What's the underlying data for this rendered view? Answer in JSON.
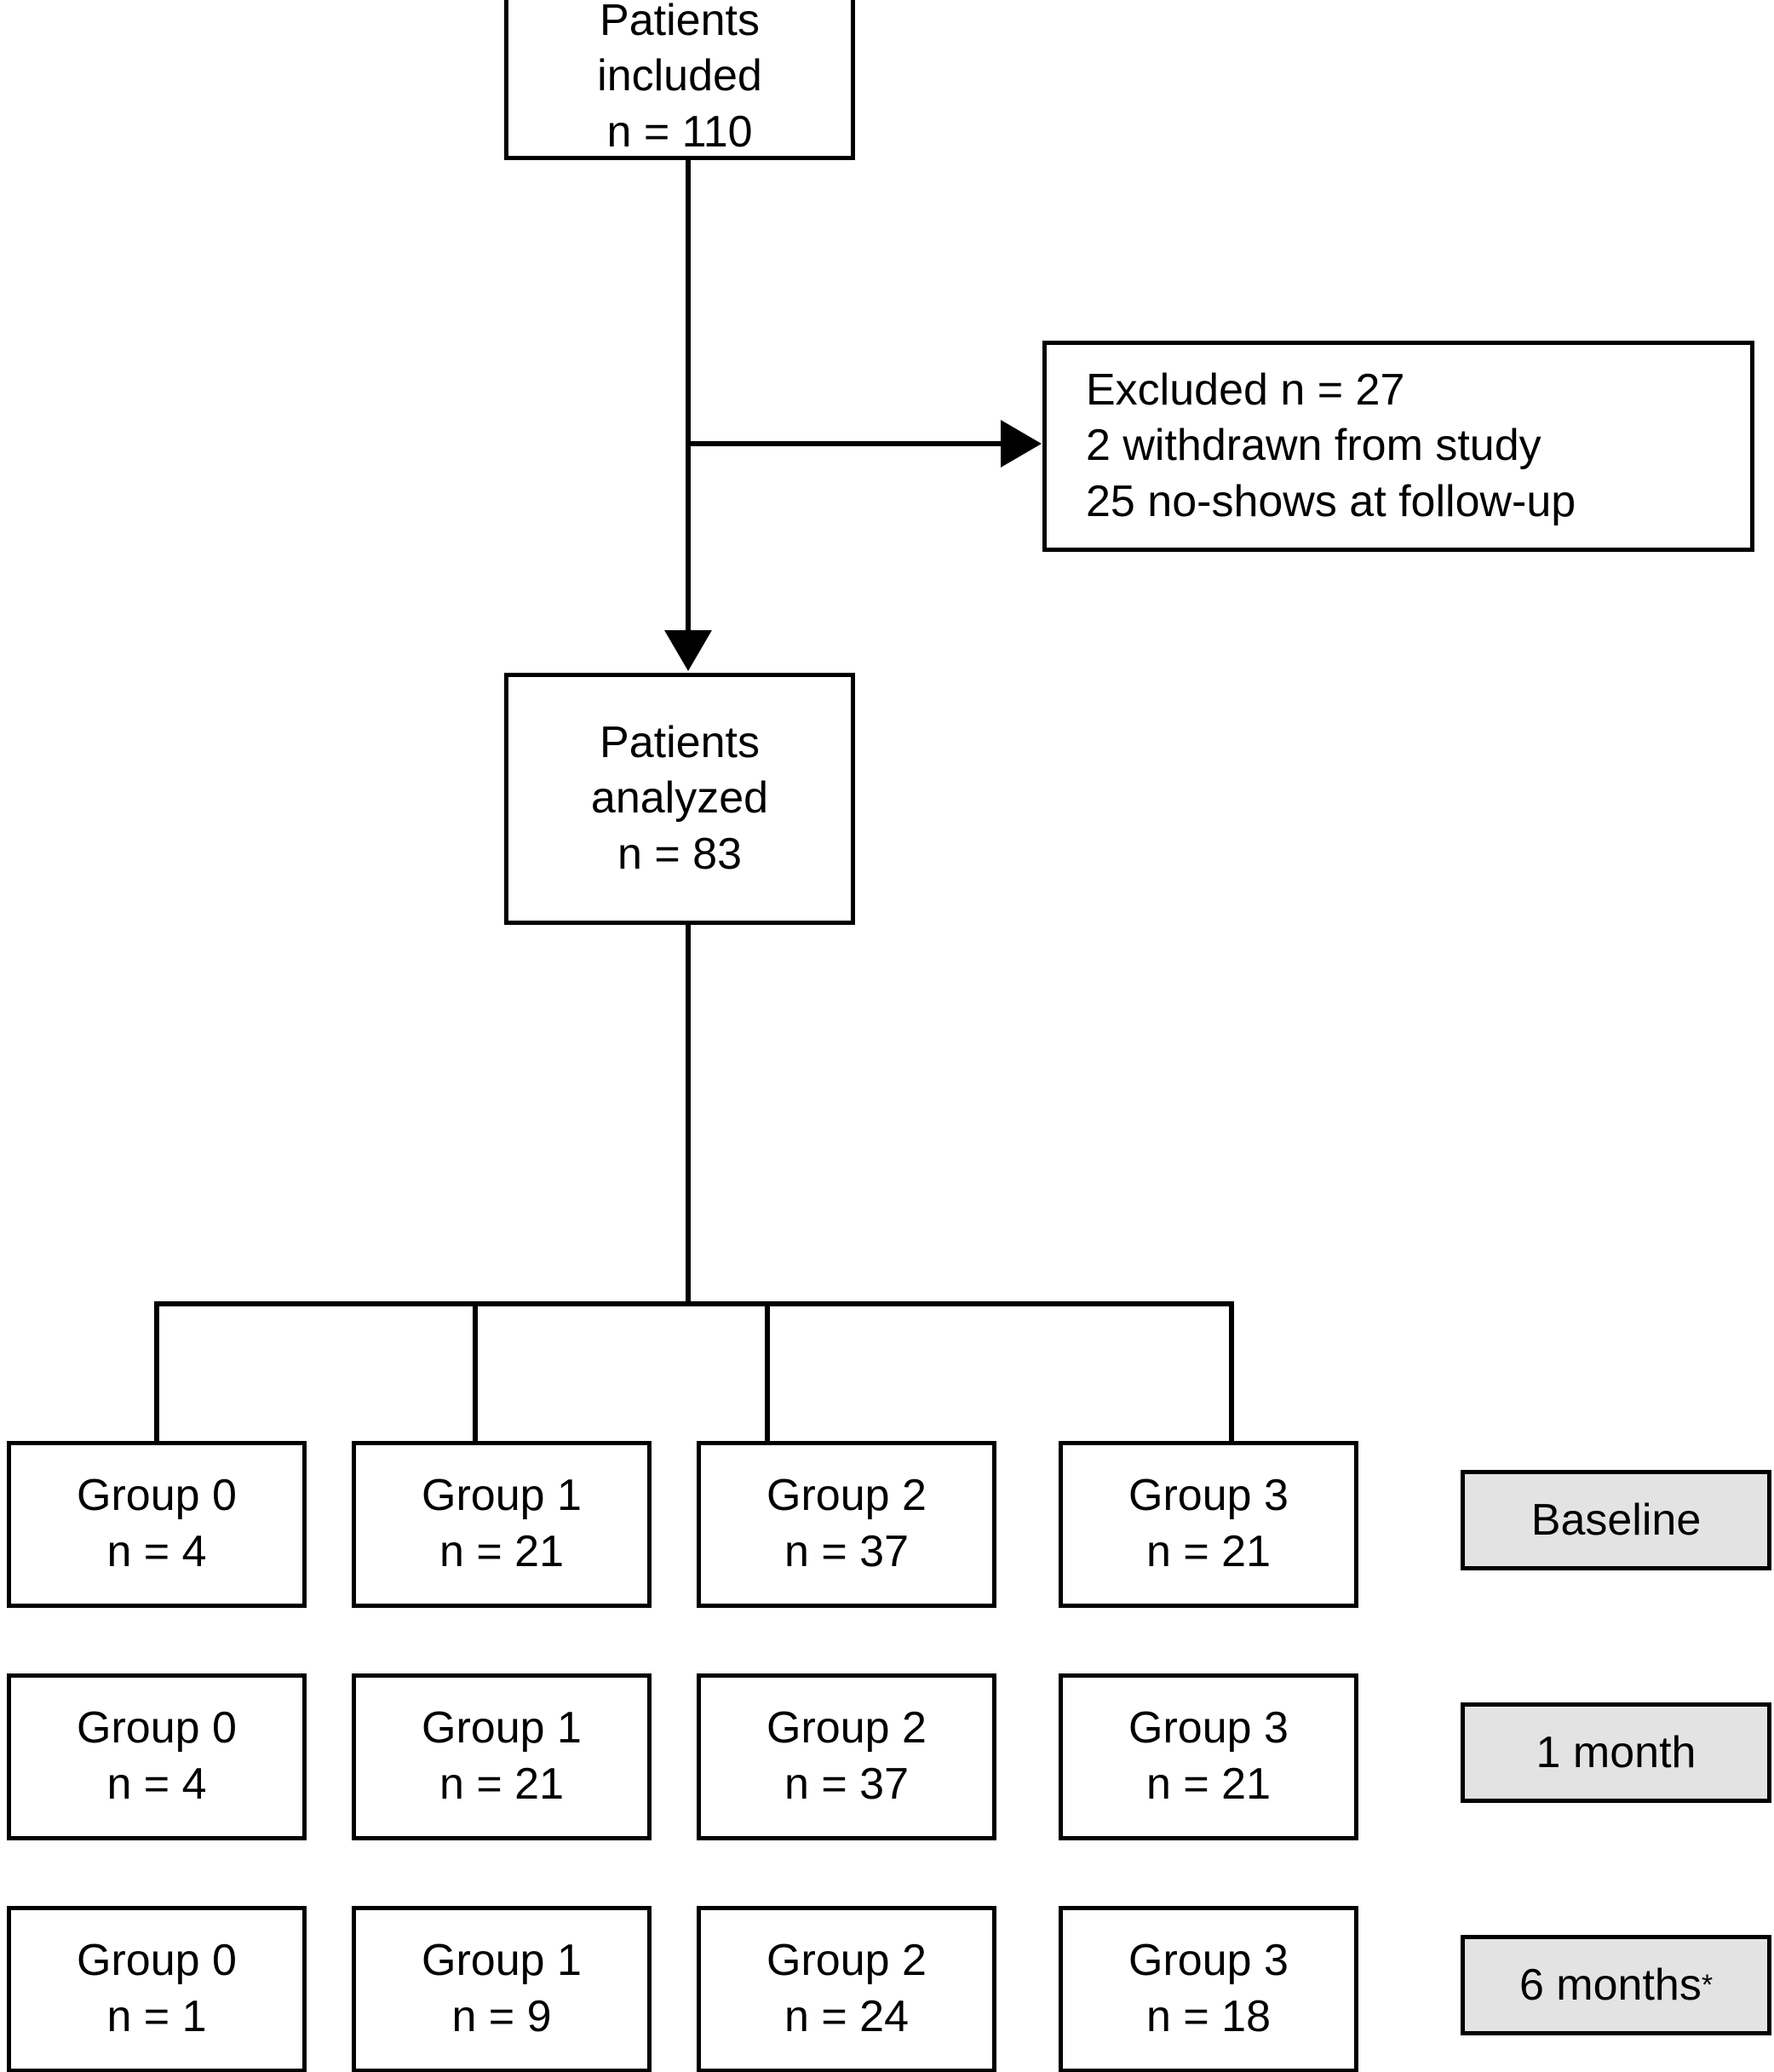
{
  "diagram": {
    "title": "Patient flow diagram",
    "colors": {
      "line": "#000000",
      "box_fill": "#ffffff",
      "stage_label_fill": "#e3e3e3",
      "text": "#000000"
    }
  },
  "nodes": {
    "included": {
      "line1": "Patients",
      "line2": "included",
      "line3": "n = 110"
    },
    "excluded": {
      "line1": "Excluded n = 27",
      "line2": "2 withdrawn from study",
      "line3": "25 no-shows at follow-up"
    },
    "analyzed": {
      "line1": "Patients",
      "line2": "analyzed",
      "line3": "n = 83"
    }
  },
  "stages": [
    {
      "label": "Baseline",
      "superscript": ""
    },
    {
      "label": "1 month",
      "superscript": ""
    },
    {
      "label": "6 months",
      "superscript": "*"
    }
  ],
  "rows": [
    {
      "stage": "Baseline",
      "groups": [
        {
          "name": "Group 0",
          "n": "n = 4"
        },
        {
          "name": "Group 1",
          "n": "n = 21"
        },
        {
          "name": "Group 2",
          "n": "n = 37"
        },
        {
          "name": "Group 3",
          "n": "n = 21"
        }
      ]
    },
    {
      "stage": "1 month",
      "groups": [
        {
          "name": "Group 0",
          "n": "n = 4"
        },
        {
          "name": "Group 1",
          "n": "n = 21"
        },
        {
          "name": "Group 2",
          "n": "n = 37"
        },
        {
          "name": "Group 3",
          "n": "n = 21"
        }
      ]
    },
    {
      "stage": "6 months",
      "groups": [
        {
          "name": "Group 0",
          "n": "n = 1"
        },
        {
          "name": "Group 1",
          "n": "n = 9"
        },
        {
          "name": "Group 2",
          "n": "n = 24"
        },
        {
          "name": "Group 3",
          "n": "n = 18"
        }
      ]
    }
  ]
}
